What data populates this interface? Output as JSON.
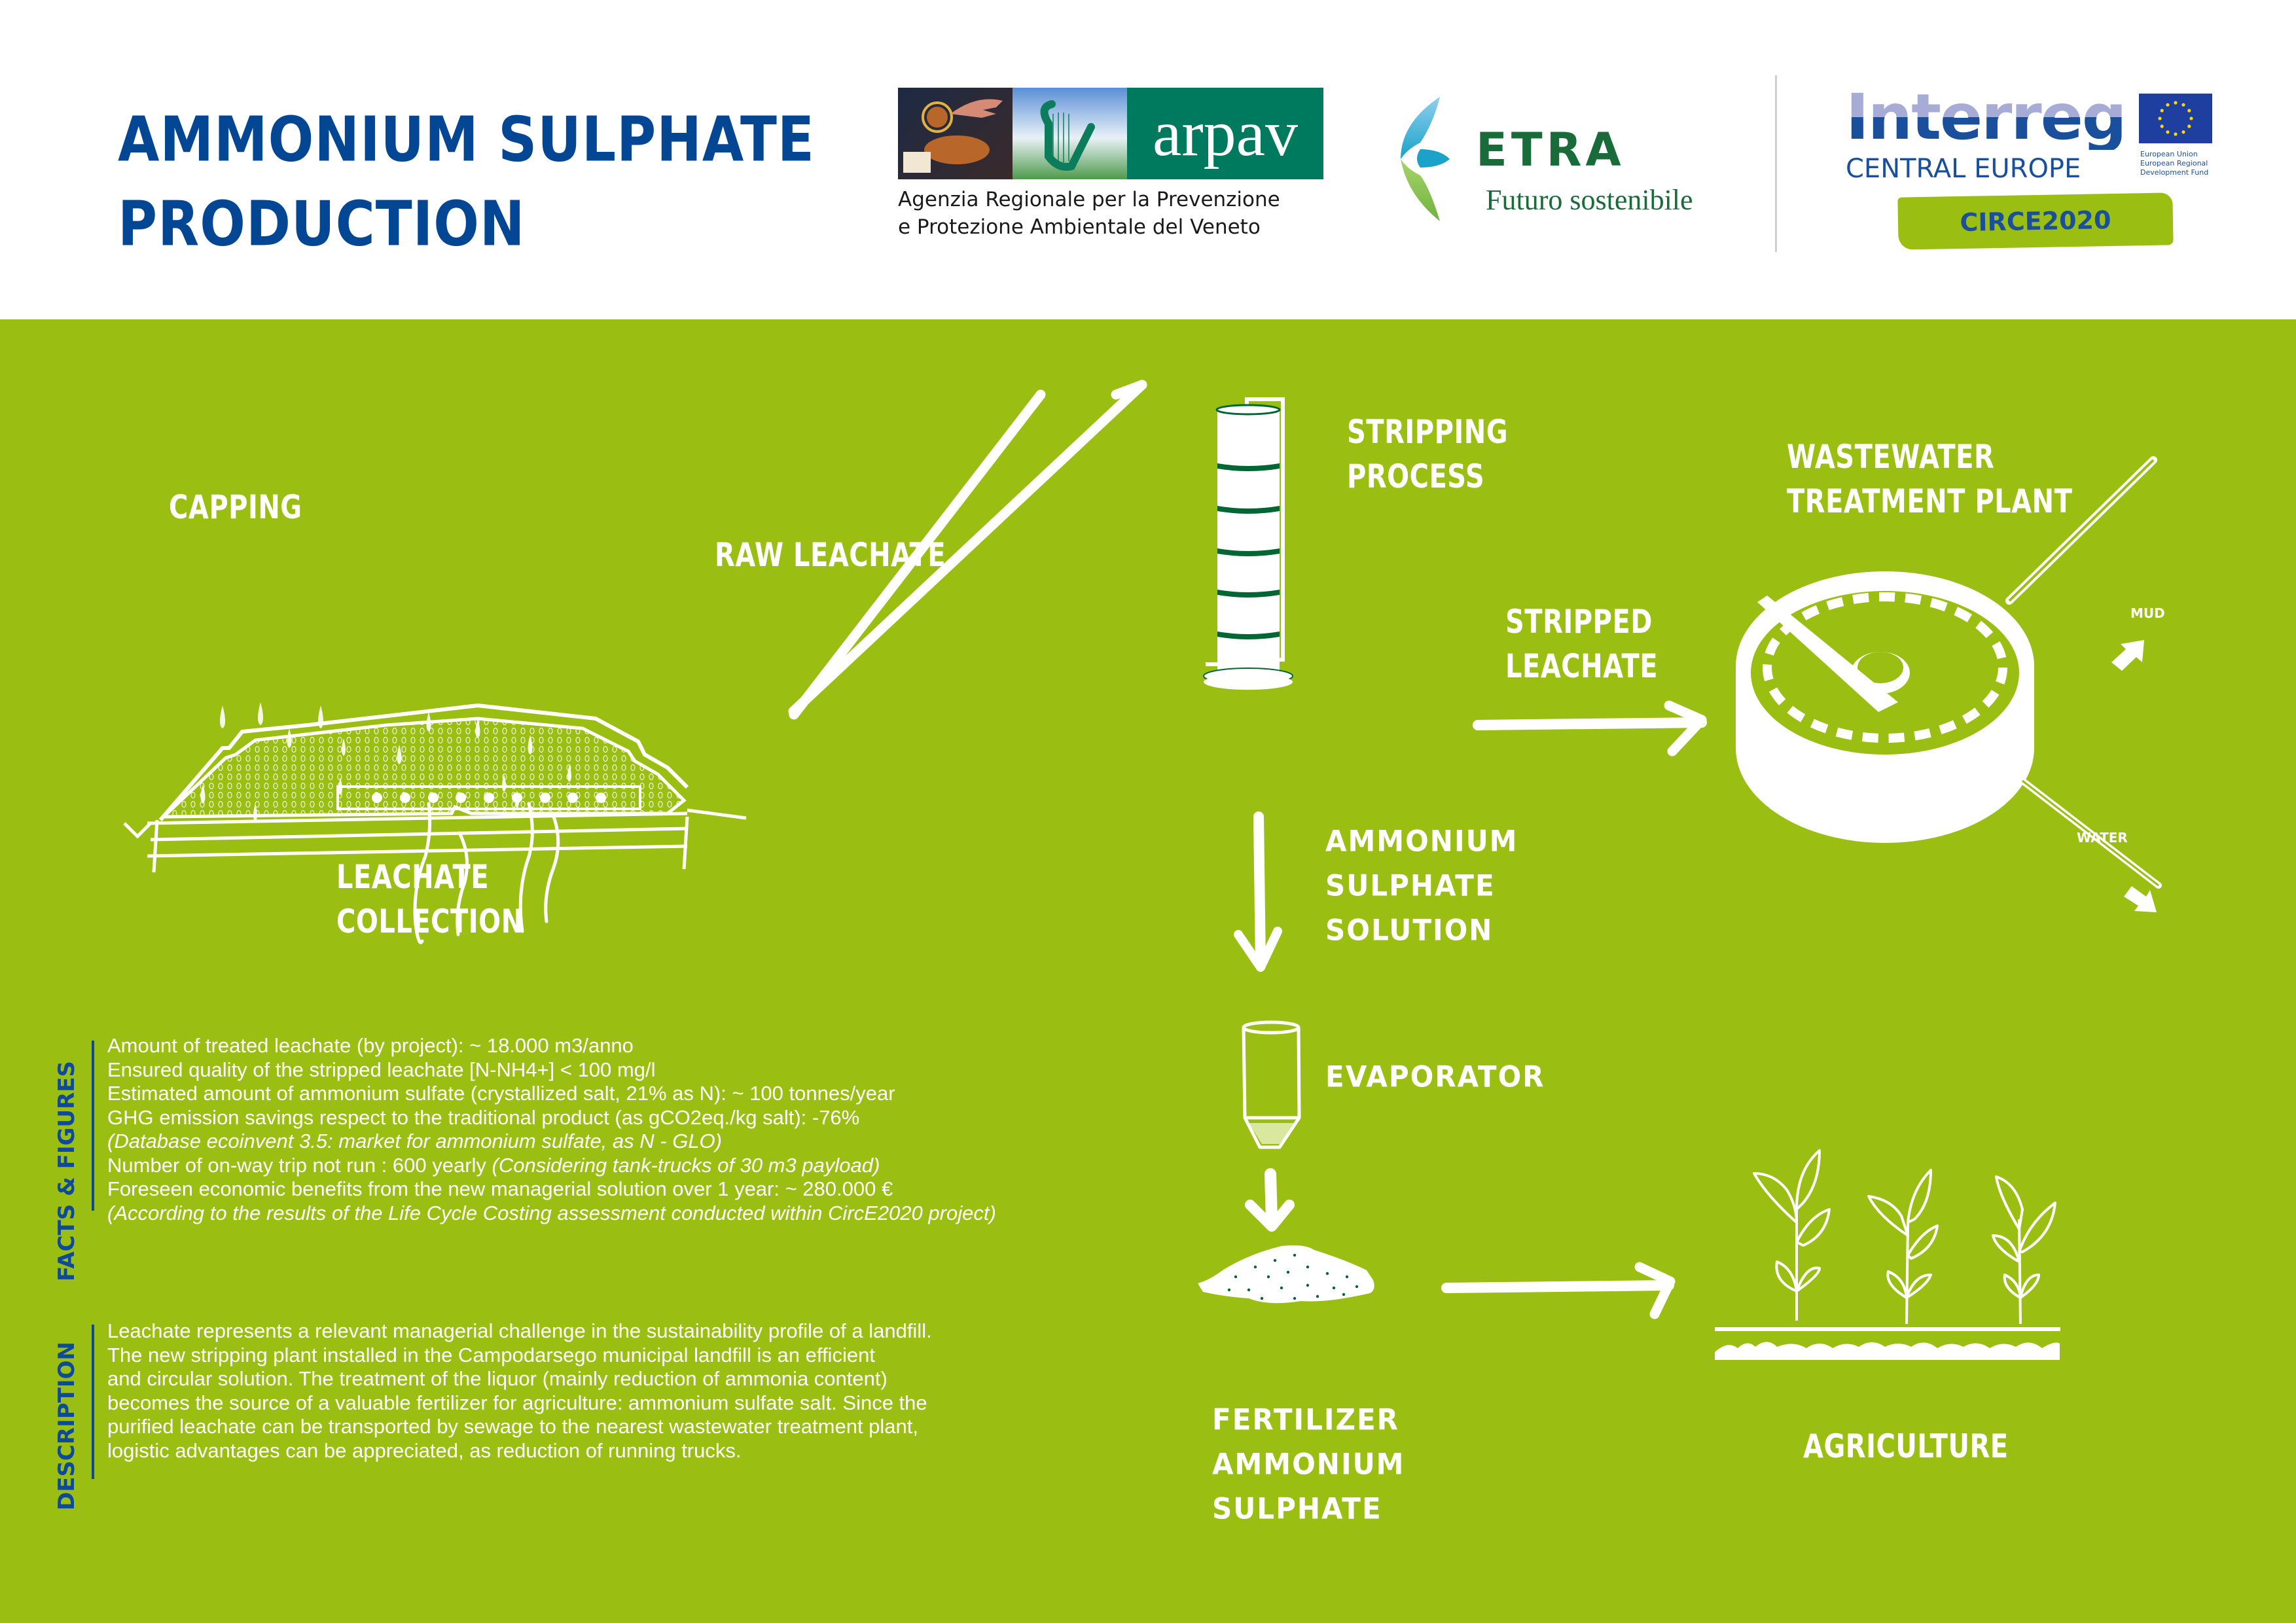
{
  "header": {
    "title_lines": [
      "AMMONIUM SULPHATE",
      "PRODUCTION"
    ],
    "logos": {
      "arpav": {
        "name": "arpav",
        "subtitle_lines": [
          "Agenzia Regionale per la Prevenzione",
          "e Protezione Ambientale del Veneto"
        ]
      },
      "etra": {
        "name": "ETRA",
        "tagline": "Futuro sostenibile"
      },
      "interreg": {
        "name": "Interreg",
        "programme": "CENTRAL EUROPE",
        "eu_lines": [
          "European Union",
          "European Regional",
          "Development Fund"
        ],
        "project": "CIRCE2020"
      }
    }
  },
  "colors": {
    "background_green": "#9bbe13",
    "title_blue": "#034694",
    "label_blue": "#0d4a9a",
    "column_ring_green": "#006633",
    "white": "#ffffff"
  },
  "diagram": {
    "steps": {
      "capping": "CAPPING",
      "leachate_collection": [
        "LEACHATE",
        "COLLECTION"
      ],
      "raw_leachate": "RAW LEACHATE",
      "stripping_process": [
        "STRIPPING",
        "PROCESS"
      ],
      "stripped_leachate": [
        "STRIPPED",
        "LEACHATE"
      ],
      "wastewater_plant": [
        "WASTEWATER",
        "TREATMENT PLANT"
      ],
      "mud": "MUD",
      "water": "WATER",
      "ammonium_sulphate_solution": [
        "AMMONIUM",
        "SULPHATE",
        "SOLUTION"
      ],
      "evaporator": "EVAPORATOR",
      "fertilizer": [
        "FERTILIZER",
        "AMMONIUM",
        "SULPHATE"
      ],
      "agriculture": "AGRICULTURE"
    }
  },
  "facts": {
    "label": "FACTS & FIGURES",
    "lines": [
      {
        "text": "Amount of treated leachate (by project): ~ 18.000 m3/anno",
        "note": ""
      },
      {
        "text": "Ensured quality of the stripped leachate [N-NH4+] < 100 mg/l",
        "note": ""
      },
      {
        "text": "Estimated amount of ammonium sulfate (crystallized salt, 21% as N): ~ 100 tonnes/year",
        "note": ""
      },
      {
        "text": "GHG emission savings respect to the traditional product (as gCO2eq./kg salt): -76%",
        "note": ""
      },
      {
        "text": "",
        "note": "(Database ecoinvent 3.5: market for ammonium sulfate, as N - GLO)"
      },
      {
        "text": "Number of on-way trip not run : 600 yearly ",
        "note": "(Considering tank-trucks of 30 m3 payload)"
      },
      {
        "text": "Foreseen economic benefits from the new managerial solution over 1 year: ~ 280.000 €",
        "note": ""
      },
      {
        "text": "",
        "note": "(According to the results of the Life Cycle Costing assessment conducted within CircE2020 project)"
      }
    ]
  },
  "description": {
    "label": "DESCRIPTION",
    "lines": [
      "Leachate represents a relevant managerial challenge in the sustainability profile of a landfill.",
      "The new stripping plant installed in the Campodarsego municipal landfill is an efficient",
      "and circular solution. The treatment of the liquor (mainly reduction of ammonia content)",
      "becomes the source of a valuable fertilizer for agriculture: ammonium sulfate salt. Since the",
      "purified leachate can be transported by sewage to the nearest wastewater treatment plant,",
      "logistic advantages can be appreciated, as reduction of running trucks."
    ]
  }
}
